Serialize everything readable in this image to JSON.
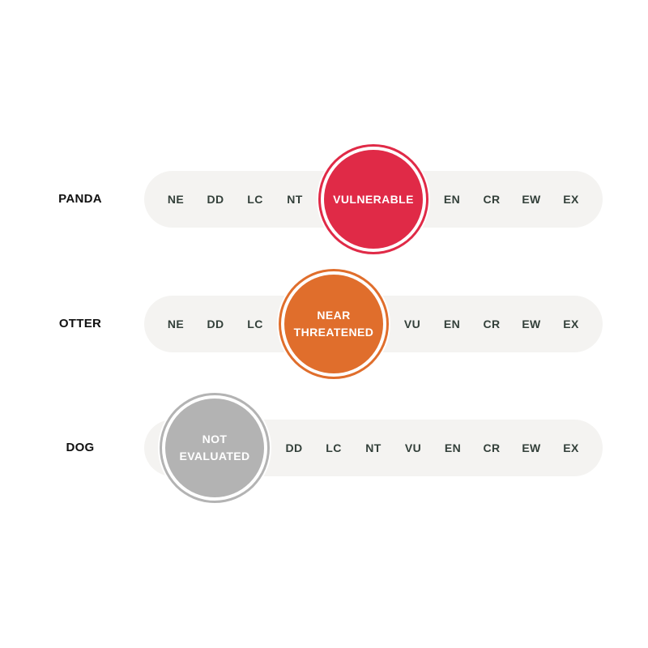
{
  "rows": [
    {
      "species": "PANDA",
      "codes": [
        "NE",
        "DD",
        "LC",
        "NT",
        "EN",
        "CR",
        "EW",
        "EX"
      ],
      "status": {
        "code": "VU",
        "label": "VULNERABLE",
        "color": "#e02a47"
      }
    },
    {
      "species": "OTTER",
      "codes": [
        "NE",
        "DD",
        "LC",
        "VU",
        "EN",
        "CR",
        "EW",
        "EX"
      ],
      "status": {
        "code": "NT",
        "label_line1": "NEAR",
        "label_line2": "THREATENED",
        "color": "#e06e2c"
      }
    },
    {
      "species": "DOG",
      "codes": [
        "DD",
        "LC",
        "NT",
        "VU",
        "EN",
        "CR",
        "EW",
        "EX"
      ],
      "status": {
        "code": "NE",
        "label_line1": "NOT",
        "label_line2": "EVALUATED",
        "color": "#b3b3b3"
      }
    }
  ],
  "colors": {
    "track": "#f4f3f1",
    "code_text": "#33403a",
    "species_text": "#111111"
  }
}
